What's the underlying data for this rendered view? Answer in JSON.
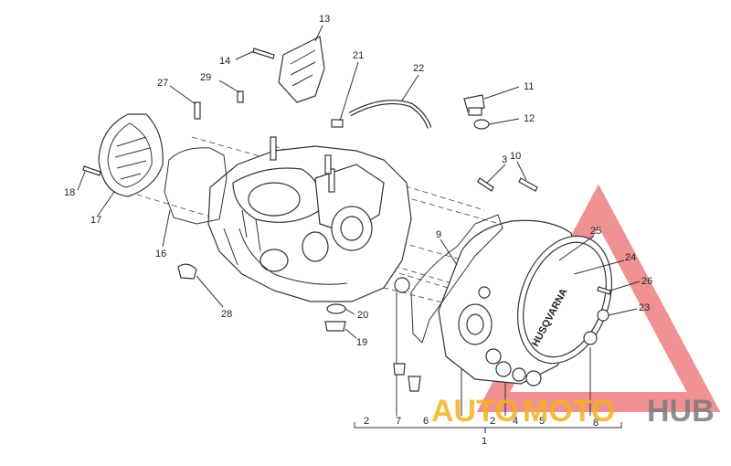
{
  "diagram": {
    "callouts": [
      {
        "id": "c13",
        "text": "13"
      },
      {
        "id": "c14",
        "text": "14"
      },
      {
        "id": "c21",
        "text": "21"
      },
      {
        "id": "c22",
        "text": "22"
      },
      {
        "id": "c27",
        "text": "27"
      },
      {
        "id": "c29",
        "text": "29"
      },
      {
        "id": "c11",
        "text": "11"
      },
      {
        "id": "c12",
        "text": "12"
      },
      {
        "id": "c18",
        "text": "18"
      },
      {
        "id": "c17",
        "text": "17"
      },
      {
        "id": "c3",
        "text": "3"
      },
      {
        "id": "c10",
        "text": "10"
      },
      {
        "id": "c9",
        "text": "9"
      },
      {
        "id": "c16",
        "text": "16"
      },
      {
        "id": "c25",
        "text": "25"
      },
      {
        "id": "c24",
        "text": "24"
      },
      {
        "id": "c26",
        "text": "26"
      },
      {
        "id": "c23",
        "text": "23"
      },
      {
        "id": "c28",
        "text": "28"
      },
      {
        "id": "c20",
        "text": "20"
      },
      {
        "id": "c19",
        "text": "19"
      },
      {
        "id": "c2a",
        "text": "2"
      },
      {
        "id": "c7",
        "text": "7"
      },
      {
        "id": "c6",
        "text": "6"
      },
      {
        "id": "c2b",
        "text": "2"
      },
      {
        "id": "c4",
        "text": "4"
      },
      {
        "id": "c5",
        "text": "5"
      },
      {
        "id": "c8",
        "text": "8"
      },
      {
        "id": "c1",
        "text": "1"
      }
    ],
    "cover_text": "HUSQVARNA"
  },
  "watermark": {
    "word_auto": "AUTO",
    "word_moto": "MOTO",
    "word_hub": "HUB",
    "colors": {
      "auto": "#f2b01e",
      "moto": "#f2b01e",
      "hub": "#7a7a7a",
      "triangle": "#e4363b"
    }
  }
}
